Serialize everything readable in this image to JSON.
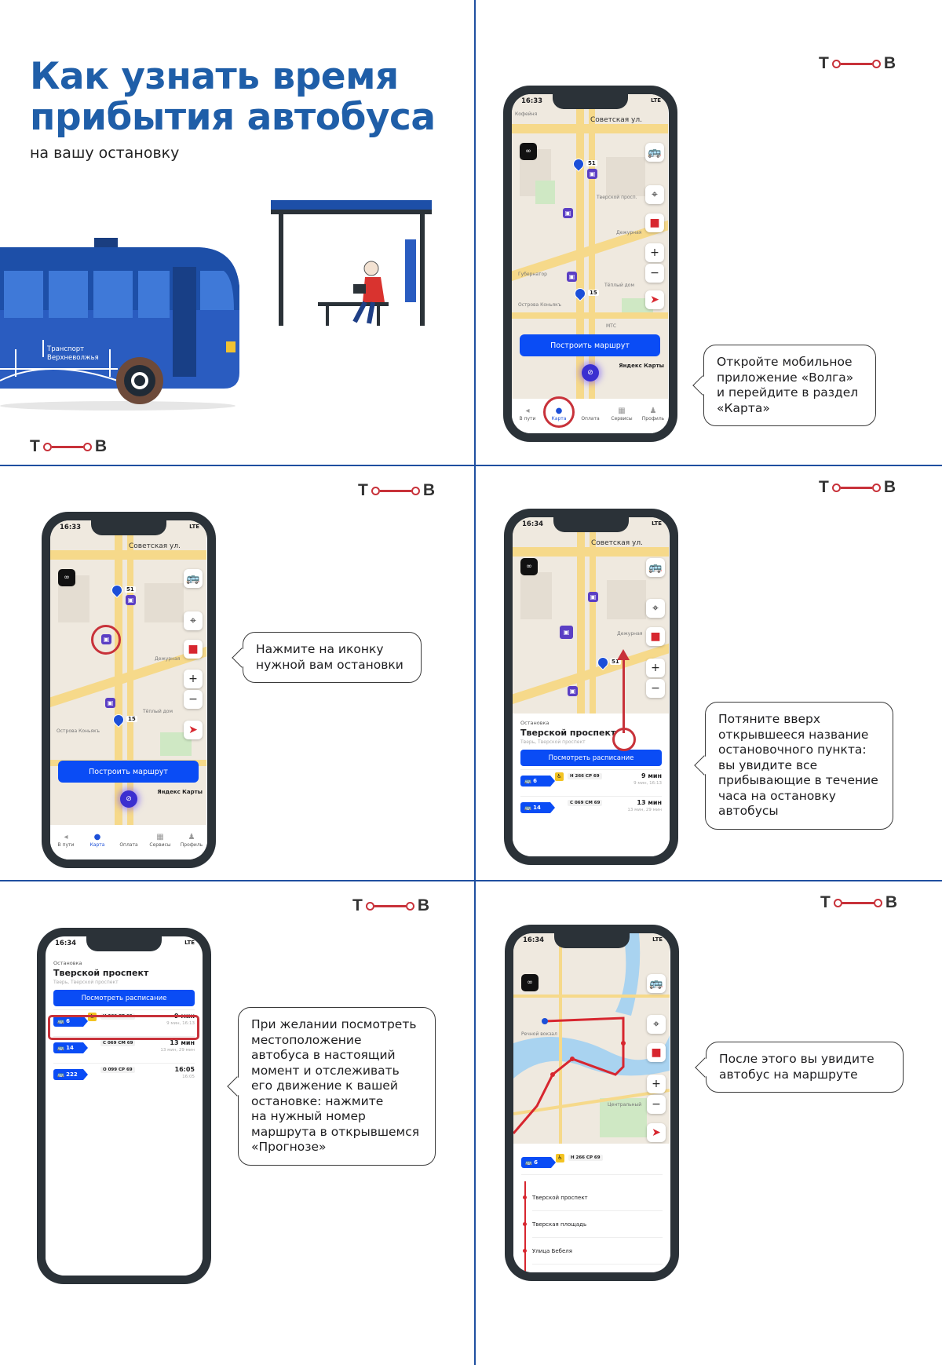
{
  "header": {
    "title_line1": "Как узнать время",
    "title_line2": "прибытия автобуса",
    "subtitle": "на вашу остановку"
  },
  "logo": {
    "left": "Т",
    "right": "В"
  },
  "bus": {
    "brand_line1": "Транспорт",
    "brand_line2": "Верхневолжья"
  },
  "steps": [
    {
      "text": "Откройте мобильное\nприложение «Волга»\nи перейдите в раздел\n«Карта»"
    },
    {
      "text": "Нажмите на иконку\nнужной вам остановки"
    },
    {
      "text": "Потяните вверх\nоткрывшееся название\nостановочного пункта:\nвы увидите все\nприбывающие в течение\nчаса на остановку\nавтобусы"
    },
    {
      "text": "При желании посмотреть\nместоположение\nавтобуса в настоящий\nмомент и отслеживать\nего движение к вашей\nостановке: нажмите\nна нужный номер\nмаршрута в открывшемся\n«Прогнозе»"
    },
    {
      "text": "После этого вы увидите\nавтобус на маршруте"
    }
  ],
  "app": {
    "time_a": "16:33",
    "time_b": "16:34",
    "signal": "LTE",
    "street": "Советская ул.",
    "street_side": "Советская ул.",
    "map_labels": [
      "Кофейня",
      "Тверской просп.",
      "Дежурная",
      "Тёплый дом",
      "Острова Коньякъ",
      "МТС",
      "Губернатор"
    ],
    "pin_labels": [
      "51",
      "15"
    ],
    "build_route": "Построить маршрут",
    "yandex": "Яндекс Карты",
    "nav": [
      "В пути",
      "Карта",
      "Оплата",
      "Сервисы",
      "Профиль"
    ],
    "stop": {
      "label": "Остановка",
      "name": "Тверской проспект",
      "address": "Тверь, Тверской проспект",
      "schedule": "Посмотреть расписание"
    },
    "routes": [
      {
        "num": "6",
        "plate": "Н 266 СР 69",
        "eta": "9 мин",
        "sub": "9 мин, 16:13"
      },
      {
        "num": "14",
        "plate": "С 069 СМ 69",
        "eta": "13 мин",
        "sub": "13 мин, 29 мин"
      },
      {
        "num": "222",
        "plate": "О 099 СР 69",
        "eta": "16:05",
        "sub": "16:05"
      }
    ],
    "route_stops": [
      "Тверской проспект",
      "Тверская площадь",
      "Улица Бебеля"
    ],
    "route_map_labels": [
      "Центральный",
      "Речной вокзал"
    ]
  },
  "colors": {
    "brand_blue": "#1f5ea8",
    "app_blue": "#0a4cf5",
    "accent_red": "#c8323a"
  }
}
